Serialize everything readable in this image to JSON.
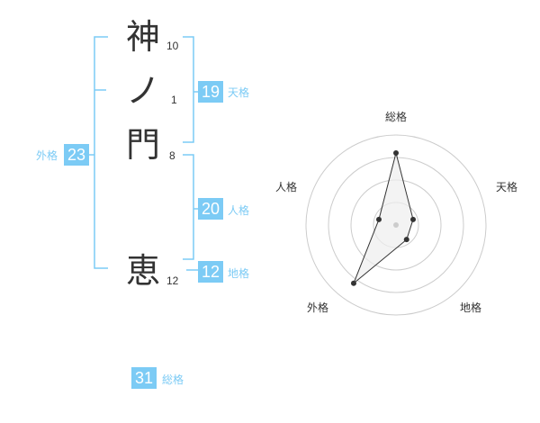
{
  "colors": {
    "accent": "#7ccbf5",
    "text": "#333333",
    "grid": "#cccccc",
    "polygon_fill": "#eeeeee"
  },
  "name": {
    "characters": [
      {
        "char": "神",
        "strokes": "10"
      },
      {
        "char": "ノ",
        "strokes": "1"
      },
      {
        "char": "門",
        "strokes": "8"
      },
      {
        "char": "恵",
        "strokes": "12"
      }
    ]
  },
  "fortune": {
    "tenkaku": {
      "value": "19",
      "label": "天格"
    },
    "jinkaku": {
      "value": "20",
      "label": "人格"
    },
    "chikaku": {
      "value": "12",
      "label": "地格"
    },
    "gaikaku": {
      "value": "23",
      "label": "外格"
    },
    "soukaku": {
      "value": "31",
      "label": "総格"
    }
  },
  "chart_data": {
    "type": "radar",
    "axes": [
      "総格",
      "天格",
      "地格",
      "外格",
      "人格"
    ],
    "values": [
      4,
      1,
      1,
      4,
      1
    ],
    "rmax": 5,
    "grid_rings": 4,
    "grid": true
  }
}
